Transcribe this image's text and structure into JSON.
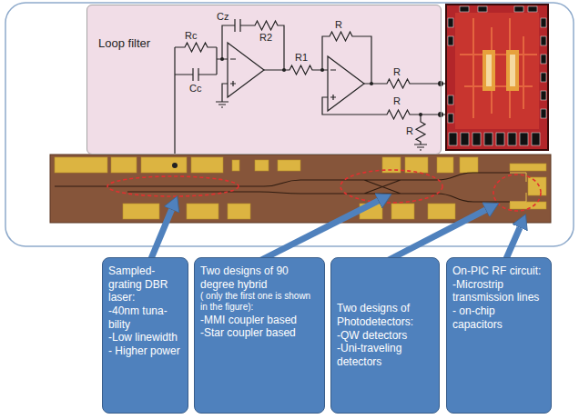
{
  "diagram": {
    "nodes": [
      {
        "text": [
          "Loop filter"
        ]
      },
      {
        "text": [
          "Sampled-grating DBR laser:",
          "-40nm tuna- bility",
          "-Low linewidth",
          "- Higher power"
        ]
      },
      {
        "text": [
          "Two designs of 90 degree hybrid",
          "( only the first one is shown in the figure):",
          "-MMI coupler based",
          "-Star coupler based"
        ]
      },
      {
        "text": [
          "Two designs of Photodetectors:",
          "-QW detectors",
          "-Uni-traveling detectors"
        ]
      },
      {
        "text": [
          "On-PIC RF circuit:",
          "-Microstrip transmission lines",
          "- on-chip capacitors"
        ]
      }
    ],
    "labels": [
      "Rc",
      "Cc",
      "Cz",
      "R2",
      "R1",
      "R",
      "R",
      "R",
      "R"
    ]
  }
}
